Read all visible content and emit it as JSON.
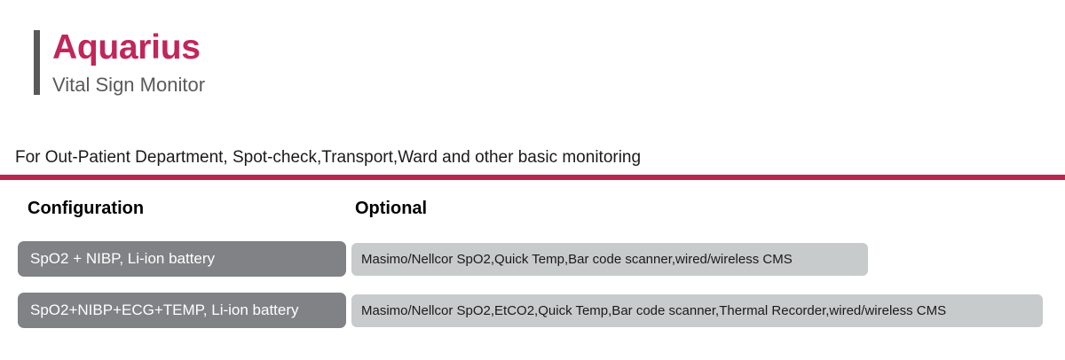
{
  "brand": {
    "title": "Aquarius",
    "subtitle": "Vital Sign Monitor",
    "accent_color": "#c1265a",
    "bar_color": "#595959"
  },
  "tagline": "For Out-Patient Department, Spot-check,Transport,Ward and other basic monitoring",
  "divider_color": "#b9274f",
  "table": {
    "headers": {
      "configuration": "Configuration",
      "optional": "Optional"
    },
    "config_cell_color": "#808285",
    "optional_cell_color": "#c8cbcc",
    "rows": [
      {
        "configuration": "SpO2 + NIBP, Li-ion battery",
        "optional": "Masimo/Nellcor SpO2,Quick Temp,Bar code scanner,wired/wireless CMS"
      },
      {
        "configuration": "SpO2+NIBP+ECG+TEMP, Li-ion battery",
        "optional": "Masimo/Nellcor SpO2,EtCO2,Quick Temp,Bar code scanner,Thermal Recorder,wired/wireless CMS"
      }
    ]
  }
}
